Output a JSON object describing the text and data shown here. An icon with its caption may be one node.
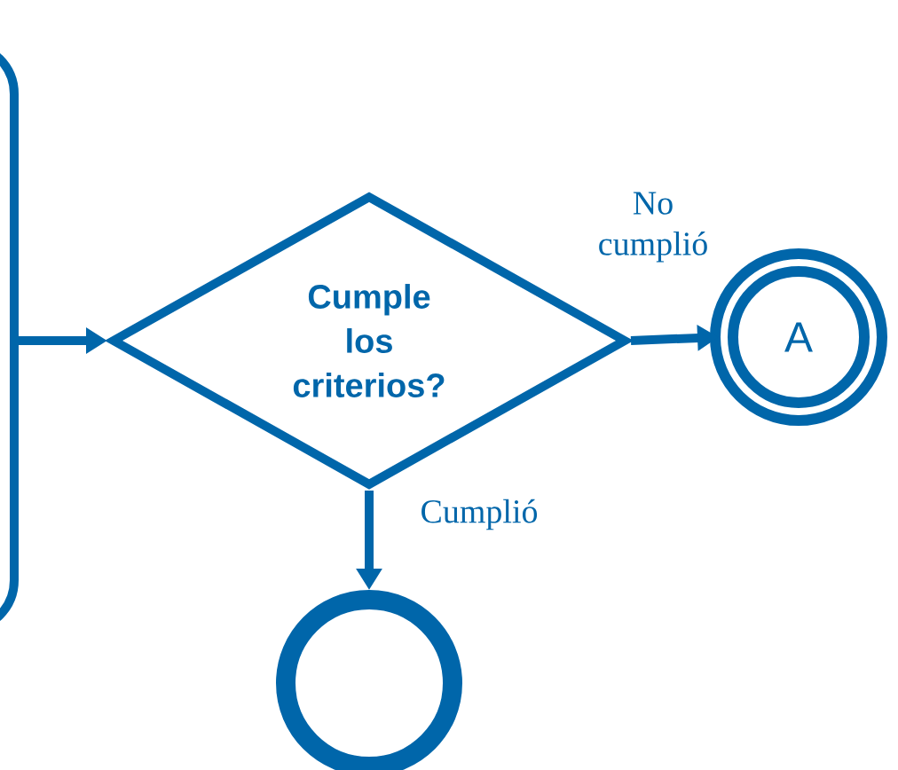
{
  "diagram": {
    "nodes": [
      {
        "text": [],
        "shape": "box"
      },
      {
        "text": [
          "Cumple los criterios?"
        ]
      },
      {
        "text": [
          "A"
        ]
      },
      {
        "text": [],
        "shape": "circle"
      }
    ],
    "edges": [
      {
        "from": 0,
        "to": 1,
        "arrow": "to"
      },
      {
        "from": 1,
        "to": 2,
        "arrow": "to",
        "label": "No cumplió"
      },
      {
        "from": 1,
        "to": 3,
        "arrow": "to",
        "label": "Cumplió"
      }
    ]
  }
}
